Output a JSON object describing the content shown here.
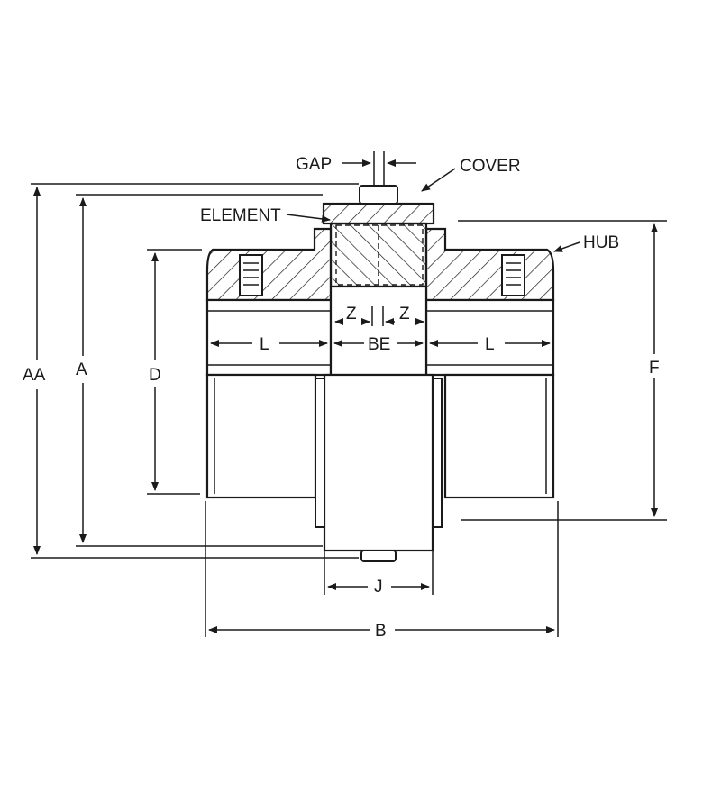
{
  "labels": {
    "gap": "GAP",
    "cover": "COVER",
    "element": "ELEMENT",
    "hub": "HUB",
    "aa": "AA",
    "a": "A",
    "d": "D",
    "f": "F",
    "l_left": "L",
    "be": "BE",
    "l_right": "L",
    "z_left": "Z",
    "z_right": "Z",
    "j": "J",
    "b": "B"
  },
  "colors": {
    "line": "#1a1a1a",
    "background": "#ffffff"
  }
}
